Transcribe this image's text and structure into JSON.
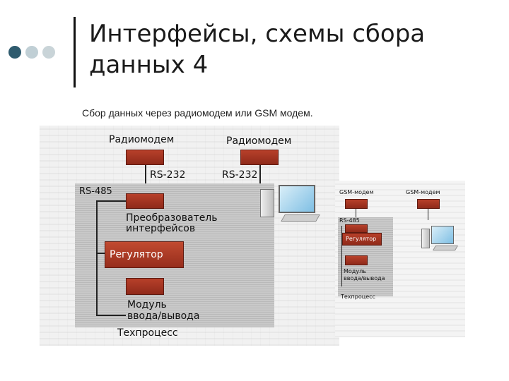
{
  "slide": {
    "title_line1": "Интерфейсы, схемы сбора",
    "title_line2": "данных 4",
    "subtitle": "Сбор данных через радиомодем или GSM модем."
  },
  "left_figure": {
    "radiomodem_1": "Радиомодем",
    "radiomodem_2": "Радиомодем",
    "rs232_1": "RS-232",
    "rs232_2": "RS-232",
    "rs485": "RS-485",
    "converter_line1": "Преобразователь",
    "converter_line2": "интерфейсов",
    "regulator": "Регулятор",
    "io_line1": "Модуль",
    "io_line2": "ввода/вывода",
    "process": "Техпроцесс"
  },
  "right_figure": {
    "gsm_1": "GSM-модем",
    "gsm_2": "GSM-модем",
    "rs485": "RS-485",
    "regulator": "Регулятор",
    "io_line1": "Модуль",
    "io_line2": "ввода/вывода",
    "process": "Техпроцесс"
  },
  "colors": {
    "box_red": "#a8361f",
    "panel_gray": "#c5c5c5",
    "dot_dark": "#2f5b6e",
    "dot_light": "#c0cfd5"
  }
}
